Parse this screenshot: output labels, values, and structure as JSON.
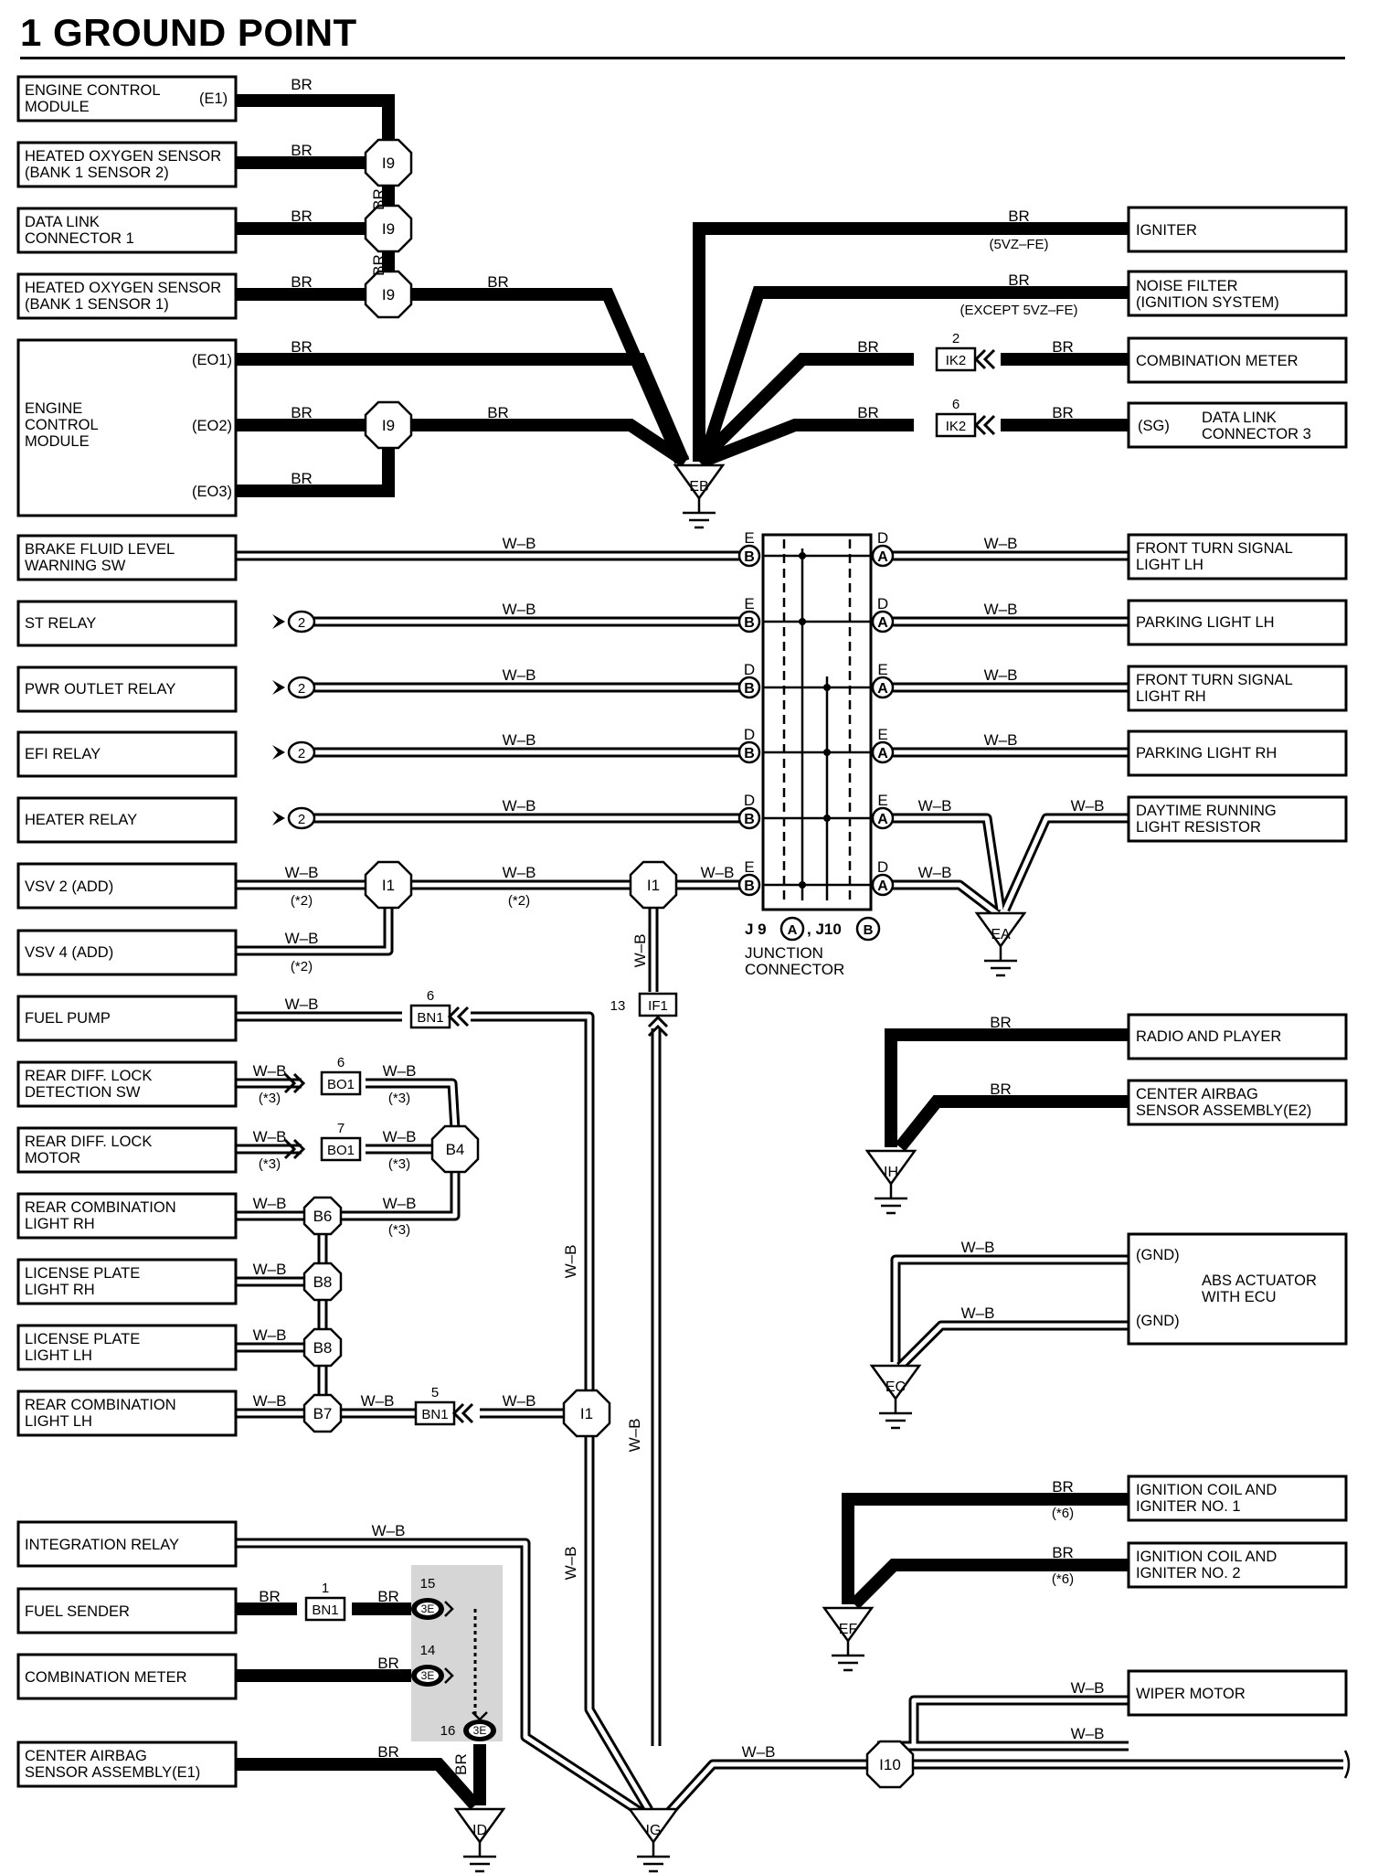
{
  "title": "1  GROUND POINT",
  "wire_labels": {
    "br": "BR",
    "wb": "W–B"
  },
  "notes": {
    "5vz": "(5VZ–FE)",
    "except5vz": "(EXCEPT 5VZ–FE)",
    "n2": "(*2)",
    "n3": "(*3)",
    "n6": "(*6)"
  },
  "ground_points": {
    "EB": "EB",
    "EA": "EA",
    "IH": "IH",
    "EC": "EC",
    "EF": "EF",
    "ID": "ID",
    "IG": "IG"
  },
  "splice_labels": {
    "I9": "I9",
    "I1": "I1",
    "B4": "B4",
    "B6": "B6",
    "B8": "B8",
    "B7": "B7",
    "I10": "I10"
  },
  "connector_labels": {
    "IK2": "IK2",
    "IF1": "IF1",
    "BN1": "BN1",
    "BO1": "BO1",
    "3E": "3E"
  },
  "pin_numbers": {
    "p1": "1",
    "p2": "2",
    "p5": "5",
    "p6": "6",
    "p7": "7",
    "p13": "13",
    "p14": "14",
    "p15": "15",
    "p16": "16"
  },
  "junction": {
    "label": "J 9",
    "pinA": "A",
    "sep": ", J10",
    "pinB": "B",
    "caption_line1": "JUNCTION",
    "caption_line2": "CONNECTOR",
    "row_letters_left": [
      "E",
      "E",
      "D",
      "D",
      "D",
      "E"
    ],
    "row_letters_right": [
      "D",
      "D",
      "E",
      "E",
      "E",
      "D"
    ]
  },
  "components_left": {
    "ecm_e1": [
      "ENGINE CONTROL",
      "MODULE"
    ],
    "ecm_e1_pin": "(E1)",
    "ho2s_b1s2": [
      "HEATED OXYGEN SENSOR",
      "(BANK 1 SENSOR 2)"
    ],
    "dlc1": [
      "DATA LINK",
      "CONNECTOR 1"
    ],
    "ho2s_b1s1": [
      "HEATED OXYGEN SENSOR",
      "(BANK 1 SENSOR 1)"
    ],
    "ecm_big": [
      "ENGINE",
      "CONTROL",
      "MODULE"
    ],
    "ecm_pins": [
      "(EO1)",
      "(EO2)",
      "(EO3)"
    ],
    "brake_fluid": [
      "BRAKE FLUID LEVEL",
      "WARNING SW"
    ],
    "st_relay": "ST RELAY",
    "pwr_outlet": "PWR OUTLET RELAY",
    "efi_relay": "EFI RELAY",
    "heater_relay": "HEATER RELAY",
    "vsv2": "VSV 2 (ADD)",
    "vsv4": "VSV 4 (ADD)",
    "fuel_pump": "FUEL PUMP",
    "rear_diff_sw": [
      "REAR DIFF.  LOCK",
      "DETECTION SW"
    ],
    "rear_diff_motor": [
      "REAR DIFF.  LOCK",
      "MOTOR"
    ],
    "rear_comb_rh": [
      "REAR COMBINATION",
      "LIGHT RH"
    ],
    "license_rh": [
      "LICENSE PLATE",
      "LIGHT RH"
    ],
    "license_lh": [
      "LICENSE PLATE",
      "LIGHT LH"
    ],
    "rear_comb_lh": [
      "REAR COMBINATION",
      "LIGHT LH"
    ],
    "integration_relay": "INTEGRATION RELAY",
    "fuel_sender": "FUEL SENDER",
    "combination_meter": "COMBINATION METER",
    "center_airbag_e1": [
      "CENTER AIRBAG",
      "SENSOR ASSEMBLY(E1)"
    ]
  },
  "components_right": {
    "igniter": "IGNITER",
    "noise_filter": [
      "NOISE FILTER",
      "(IGNITION SYSTEM)"
    ],
    "combination_meter": "COMBINATION METER",
    "dlc3_pin": "(SG)",
    "dlc3": [
      "DATA LINK",
      "CONNECTOR 3"
    ],
    "front_turn_lh": [
      "FRONT TURN SIGNAL",
      "LIGHT LH"
    ],
    "parking_lh": "PARKING LIGHT LH",
    "front_turn_rh": [
      "FRONT TURN SIGNAL",
      "LIGHT RH"
    ],
    "parking_rh": "PARKING LIGHT RH",
    "drl_resistor": [
      "DAYTIME RUNNING",
      "LIGHT RESISTOR"
    ],
    "radio": "RADIO AND PLAYER",
    "center_airbag_e2": [
      "CENTER AIRBAG",
      "SENSOR ASSEMBLY(E2)"
    ],
    "abs_gnd": "(GND)",
    "abs": [
      "ABS ACTUATOR",
      "WITH ECU"
    ],
    "ign_coil1": [
      "IGNITION COIL AND",
      "IGNITER NO. 1"
    ],
    "ign_coil2": [
      "IGNITION COIL AND",
      "IGNITER NO. 2"
    ],
    "wiper": "WIPER MOTOR"
  }
}
